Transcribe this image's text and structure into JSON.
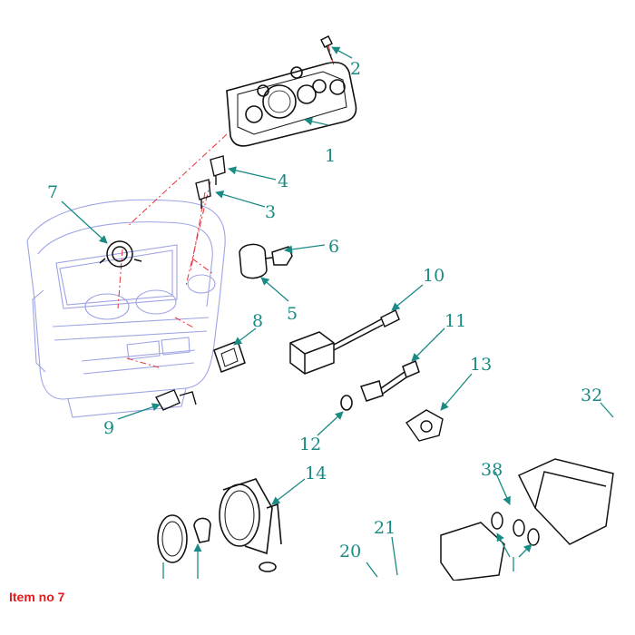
{
  "caption": "Item no 7",
  "colors": {
    "callout": "#1a8a84",
    "cab_outline": "#9da3e4",
    "part_line": "#111111",
    "centerline": "#e8323a",
    "caption": "#e21b1b",
    "background": "#ffffff"
  },
  "callouts": {
    "c1": "1",
    "c2": "2",
    "c3": "3",
    "c4": "4",
    "c5": "5",
    "c6": "6",
    "c7": "7",
    "c8": "8",
    "c9": "9",
    "c10": "10",
    "c11": "11",
    "c12": "12",
    "c13": "13",
    "c14": "14",
    "c20": "20",
    "c21": "21",
    "c32": "32",
    "c38": "38"
  }
}
